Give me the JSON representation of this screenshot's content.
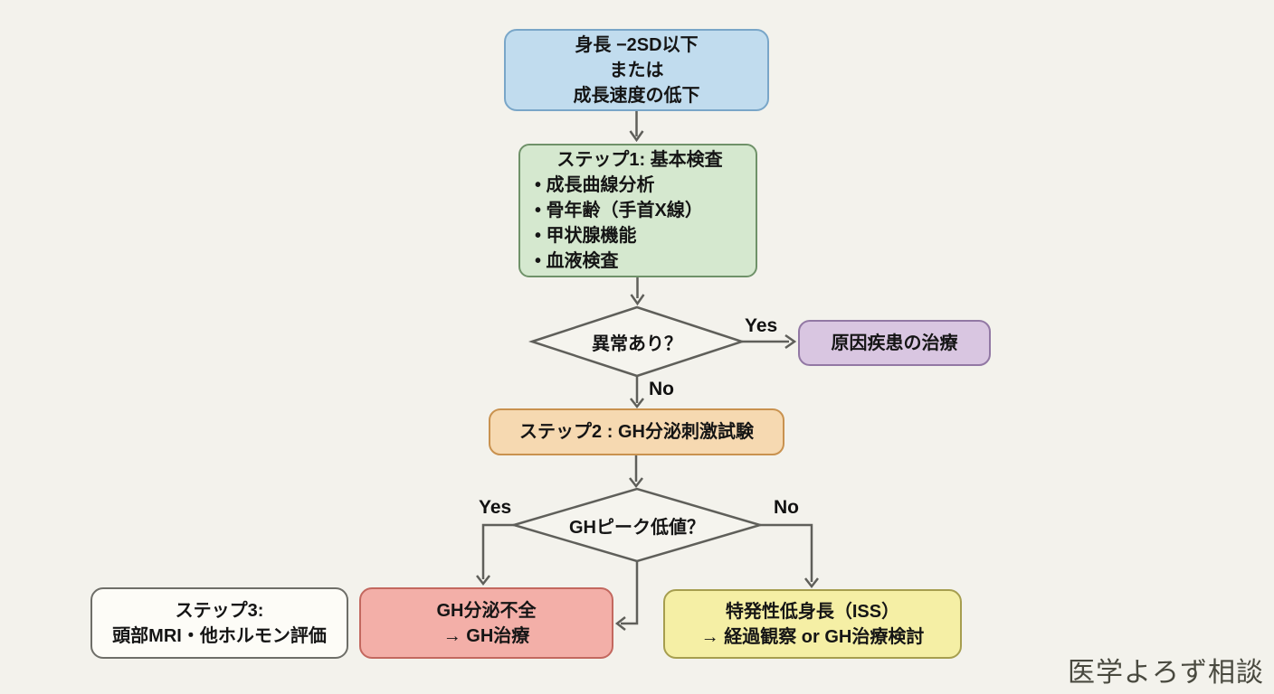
{
  "flowchart": {
    "nodes": {
      "start": {
        "lines": [
          "身長 −2SD以下",
          "または",
          "成長速度の低下"
        ]
      },
      "step1": {
        "title": "ステップ1: 基本検査",
        "bullets": [
          "• 成長曲線分析",
          "• 骨年齢（手首X線）",
          "• 甲状腺機能",
          "• 血液検査"
        ]
      },
      "decision1": {
        "label": "異常あり？"
      },
      "cause_treatment": {
        "label": "原因疾患の治療"
      },
      "step2": {
        "label": "ステップ2 : GH分泌刺激試験"
      },
      "decision2": {
        "label": "GHピーク低値？"
      },
      "step3": {
        "lines": [
          "ステップ3:",
          "頭部MRI・他ホルモン評価"
        ]
      },
      "gh_deficiency": {
        "lines": [
          "GH分泌不全",
          "→ GH治療"
        ]
      },
      "iss": {
        "lines": [
          "特発性低身長（ISS）",
          "→ 経過観察 or GH治療検討"
        ]
      }
    },
    "edge_labels": {
      "decision1_yes": "Yes",
      "decision1_no": "No",
      "decision2_yes": "Yes",
      "decision2_no": "No"
    }
  },
  "watermark": "医学よろず相談",
  "colors": {
    "background": "#f3f2ec",
    "line": "#5f5f5a",
    "text": "#151515",
    "start_fill": "#c1dcee",
    "start_border": "#79a6c8",
    "step1_fill": "#d5e8cf",
    "step1_border": "#6f9269",
    "cause_fill": "#d9c6e1",
    "cause_border": "#9278a4",
    "step2_fill": "#f6d9b1",
    "step2_border": "#c9924f",
    "step3_fill": "#fdfcf7",
    "step3_border": "#6e6e68",
    "ghd_fill": "#f3afa8",
    "ghd_border": "#c3685f",
    "iss_fill": "#f5efa5",
    "iss_border": "#a69e4f"
  }
}
